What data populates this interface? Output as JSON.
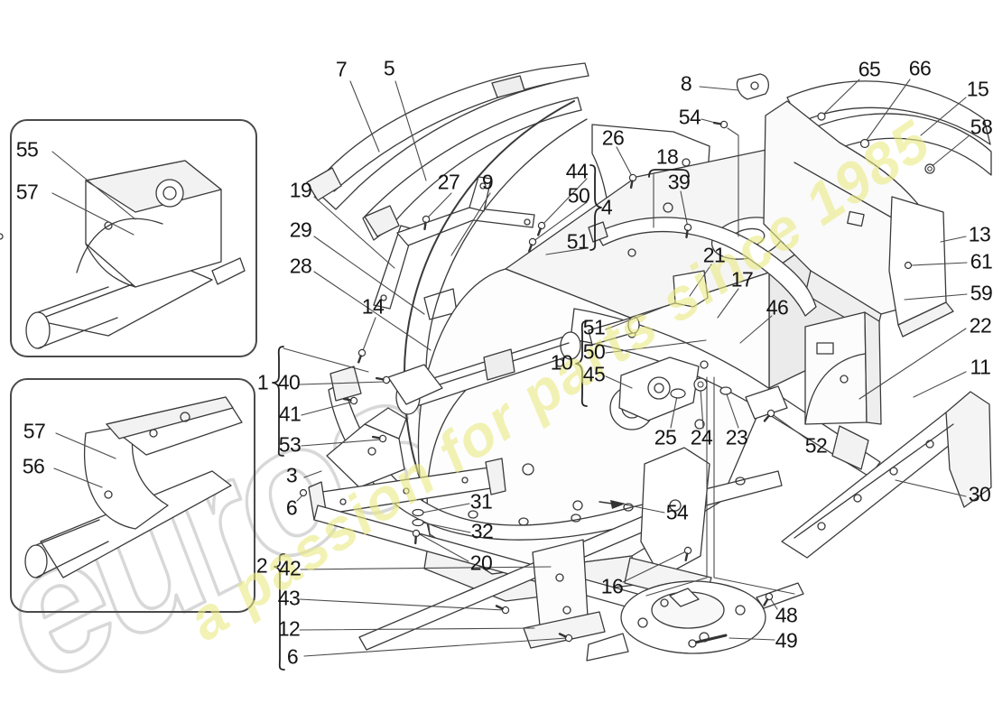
{
  "diagram": {
    "kind": "exploded-parts-diagram",
    "line_color": "#3a3a3a",
    "background_color": "#ffffff"
  },
  "watermark": {
    "brand": "eurospares",
    "tagline": "a passion for parts since 1985",
    "brand_color": "#d6d6d6",
    "tagline_color": "#e9e982"
  },
  "callouts": [
    {
      "text": "55"
    },
    {
      "text": "57"
    },
    {
      "text": "57"
    },
    {
      "text": "56"
    },
    {
      "text": "7"
    },
    {
      "text": "5"
    },
    {
      "text": "19"
    },
    {
      "text": "29"
    },
    {
      "text": "28"
    },
    {
      "text": "27"
    },
    {
      "text": "9"
    },
    {
      "text": "44"
    },
    {
      "text": "50"
    },
    {
      "text": "51"
    },
    {
      "text": "4"
    },
    {
      "text": "26"
    },
    {
      "text": "18"
    },
    {
      "text": "39"
    },
    {
      "text": "8"
    },
    {
      "text": "54"
    },
    {
      "text": "65"
    },
    {
      "text": "66"
    },
    {
      "text": "15"
    },
    {
      "text": "58"
    },
    {
      "text": "13"
    },
    {
      "text": "61"
    },
    {
      "text": "59"
    },
    {
      "text": "22"
    },
    {
      "text": "11"
    },
    {
      "text": "21"
    },
    {
      "text": "17"
    },
    {
      "text": "46"
    },
    {
      "text": "14"
    },
    {
      "text": "1"
    },
    {
      "text": "40"
    },
    {
      "text": "41"
    },
    {
      "text": "53"
    },
    {
      "text": "10"
    },
    {
      "text": "51"
    },
    {
      "text": "50"
    },
    {
      "text": "45"
    },
    {
      "text": "25"
    },
    {
      "text": "24"
    },
    {
      "text": "23"
    },
    {
      "text": "52"
    },
    {
      "text": "3"
    },
    {
      "text": "6"
    },
    {
      "text": "31"
    },
    {
      "text": "32"
    },
    {
      "text": "20"
    },
    {
      "text": "2"
    },
    {
      "text": "42"
    },
    {
      "text": "43"
    },
    {
      "text": "12"
    },
    {
      "text": "6"
    },
    {
      "text": "16"
    },
    {
      "text": "54"
    },
    {
      "text": "48"
    },
    {
      "text": "49"
    },
    {
      "text": "30"
    }
  ]
}
